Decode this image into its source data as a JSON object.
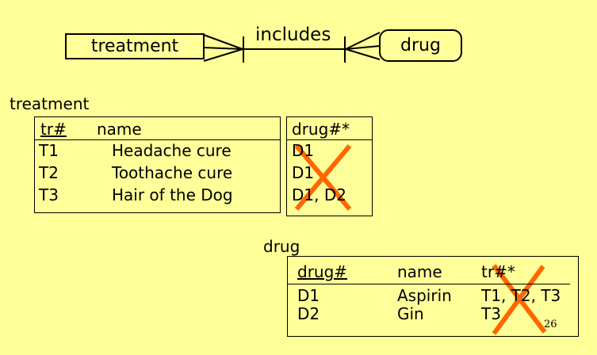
{
  "er_diagram": {
    "left_entity": "treatment",
    "relationship_label": "includes",
    "right_entity": "drug"
  },
  "treatment_table": {
    "label": "treatment",
    "headers": {
      "key": "tr#",
      "name": "name",
      "fk": "drug#*"
    },
    "rows": [
      {
        "tr": "T1",
        "name": "Headache cure",
        "drug": "D1"
      },
      {
        "tr": "T2",
        "name": "Toothache cure",
        "drug": "D1"
      },
      {
        "tr": "T3",
        "name": "Hair of the Dog",
        "drug": "D1, D2"
      }
    ]
  },
  "drug_table": {
    "label": "drug",
    "headers": {
      "key": "drug#",
      "name": "name",
      "fk": "tr#*"
    },
    "rows": [
      {
        "drug": "D1",
        "name": "Aspirin",
        "tr": "T1, T2, T3"
      },
      {
        "drug": "D2",
        "name": "Gin",
        "tr": "T3"
      }
    ]
  },
  "page_number": "26",
  "colors": {
    "background": "#FFFF99",
    "cross": "#FF6600",
    "ink": "#000000"
  }
}
